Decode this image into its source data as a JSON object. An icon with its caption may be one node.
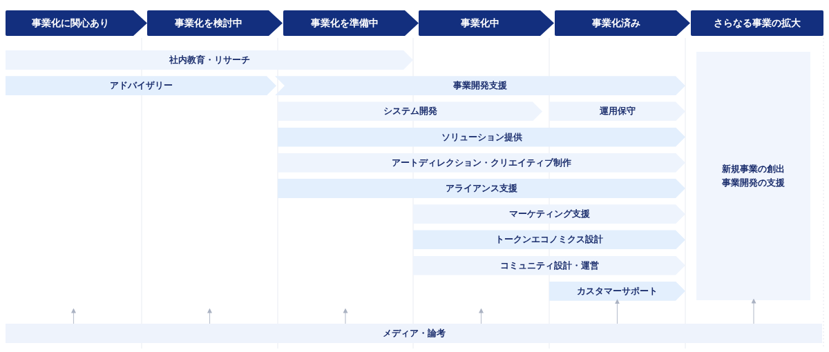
{
  "diagram": {
    "nodes": [
      {
        "text": [
          "事業化に関心あり"
        ]
      },
      {
        "text": [
          "事業化を検討中"
        ]
      },
      {
        "text": [
          "事業化を準備中"
        ]
      },
      {
        "text": [
          "事業化中"
        ]
      },
      {
        "text": [
          "事業化済み"
        ]
      },
      {
        "text": [
          "さらなる事業の拡大"
        ]
      },
      {
        "text": [
          "社内教育・リサーチ"
        ]
      },
      {
        "text": [
          "アドバイザリー"
        ]
      },
      {
        "text": [
          "事業開発支援"
        ]
      },
      {
        "text": [
          "新規事業の創出",
          "事業開発の支援"
        ]
      },
      {
        "text": [
          "システム開発"
        ]
      },
      {
        "text": [
          "運用保守"
        ]
      },
      {
        "text": [
          "ソリューション提供"
        ]
      },
      {
        "text": [
          "アートディレクション・クリエイティブ制作"
        ]
      },
      {
        "text": [
          "アライアンス支援"
        ]
      },
      {
        "text": [
          "マーケティング支援"
        ]
      },
      {
        "text": [
          "トークンエコノミクス設計"
        ]
      },
      {
        "text": [
          "コミュニティ設計・運営"
        ]
      },
      {
        "text": [
          "カスタマーサポート"
        ]
      },
      {
        "text": [
          "メディア・論考"
        ]
      }
    ],
    "edges": [
      {
        "from": 19,
        "to": null,
        "arrow": "to"
      },
      {
        "from": 19,
        "to": null,
        "arrow": "to"
      },
      {
        "from": 19,
        "to": null,
        "arrow": "to"
      },
      {
        "from": 19,
        "to": null,
        "arrow": "to"
      },
      {
        "from": 19,
        "to": 18,
        "arrow": "to"
      },
      {
        "from": 19,
        "to": 9,
        "arrow": "to"
      }
    ]
  }
}
